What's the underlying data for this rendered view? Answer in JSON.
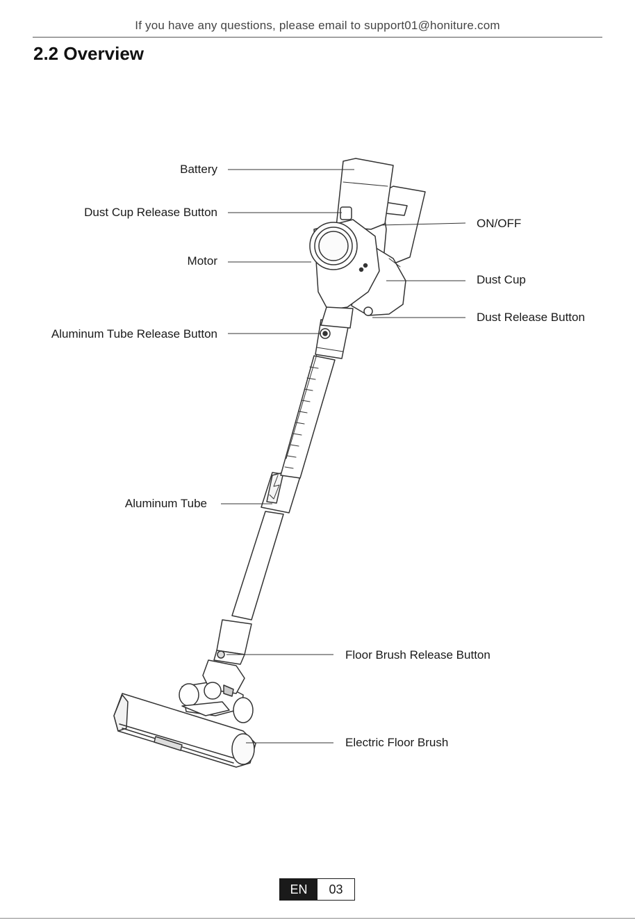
{
  "header": {
    "contact": "If you have any questions, please email to support01@honiture.com"
  },
  "section": {
    "title": "2.2 Overview"
  },
  "labels": {
    "battery": "Battery",
    "dust_cup_release_button": "Dust Cup Release Button",
    "motor": "Motor",
    "aluminum_tube_release_button": "Aluminum Tube Release Button",
    "aluminum_tube": "Aluminum Tube",
    "on_off": "ON/OFF",
    "dust_cup": "Dust Cup",
    "dust_release_button": "Dust Release Button",
    "floor_brush_release_button": "Floor Brush Release Button",
    "electric_floor_brush": "Electric Floor Brush"
  },
  "footer": {
    "language": "EN",
    "page_number": "03"
  }
}
